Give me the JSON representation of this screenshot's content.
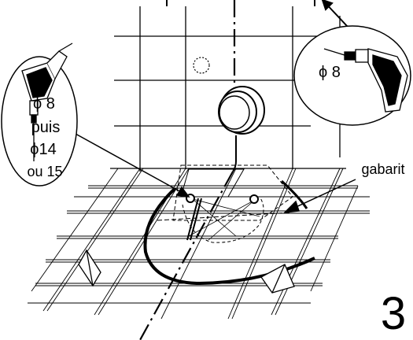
{
  "labels": {
    "left_bubble": {
      "line1": "ϕ 8",
      "line2": "puis",
      "line3": "ϕ14",
      "line4": "ou 15"
    },
    "right_bubble": {
      "line1": "ϕ 8"
    },
    "template": "gabarit",
    "step_number": "3"
  },
  "parts": {
    "wall_grid": "tiled-wall",
    "floor_grid": "tiled-floor",
    "template": "drilling-template",
    "drill_left": "drill-icon",
    "drill_right": "drill-icon",
    "shower_rose": "shower-head"
  }
}
